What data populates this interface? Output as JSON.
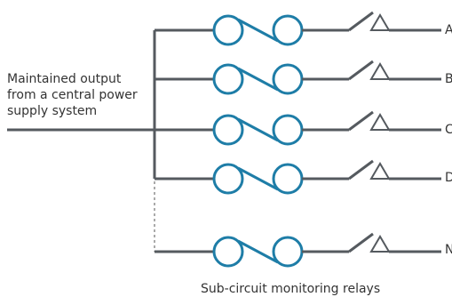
{
  "source_label": {
    "lines": [
      "Maintained output",
      "from a central power",
      "supply system"
    ]
  },
  "caption": "Sub-circuit monitoring relays",
  "outputs": [
    "A",
    "B",
    "C",
    "D",
    "N"
  ],
  "colors": {
    "wire": "#555a5f",
    "relay": "#1e7da7",
    "dotted": "#aaaaaa",
    "text": "#333333"
  }
}
